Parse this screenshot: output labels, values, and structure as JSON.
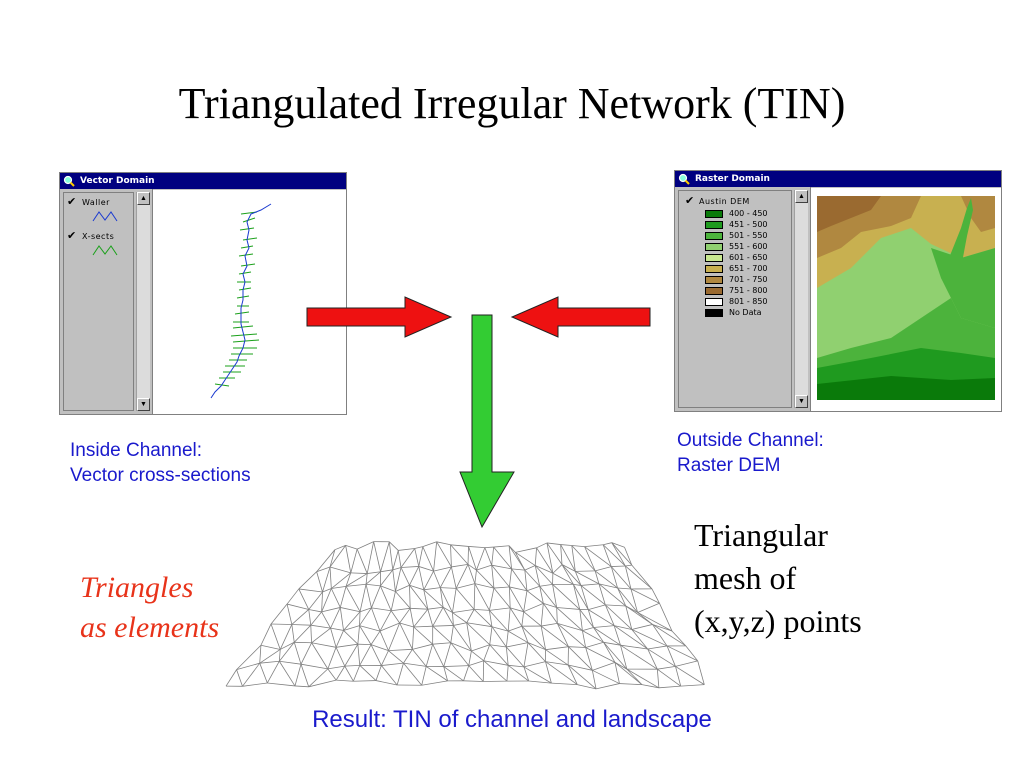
{
  "title": "Triangulated Irregular Network (TIN)",
  "vector_window": {
    "title": "Vector Domain",
    "layers": [
      "Waller",
      "X-sects"
    ]
  },
  "raster_window": {
    "title": "Raster Domain",
    "layer": "Austin DEM",
    "legend": [
      {
        "label": "400 - 450",
        "color": "#0a7a0a"
      },
      {
        "label": "451 - 500",
        "color": "#1f9a1f"
      },
      {
        "label": "501 - 550",
        "color": "#4cb33c"
      },
      {
        "label": "551 - 600",
        "color": "#90d070"
      },
      {
        "label": "601 - 650",
        "color": "#c8e890"
      },
      {
        "label": "651 - 700",
        "color": "#c8b050"
      },
      {
        "label": "701 - 750",
        "color": "#b08840"
      },
      {
        "label": "751 - 800",
        "color": "#9a6a30"
      },
      {
        "label": "801 - 850",
        "color": "#ffffff"
      },
      {
        "label": "No Data",
        "color": "#000000"
      }
    ]
  },
  "captions": {
    "inside_line1": "Inside Channel:",
    "inside_line2": "Vector cross-sections",
    "outside_line1": "Outside Channel:",
    "outside_line2": "Raster DEM",
    "triangles_line1": "Triangles",
    "triangles_line2": "as elements",
    "mesh_line1": "Triangular",
    "mesh_line2": "mesh of",
    "mesh_line3": "(x,y,z) points",
    "result": "Result:  TIN of channel and landscape"
  },
  "colors": {
    "arrow_red": "#ee1111",
    "arrow_green": "#33cc33",
    "caption_blue": "#1a1acc",
    "italic_red": "#e8331a",
    "titlebar": "#000080"
  }
}
